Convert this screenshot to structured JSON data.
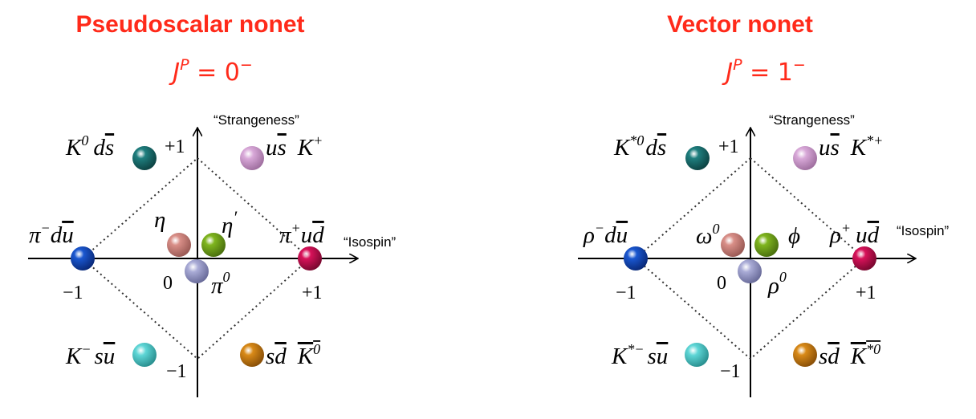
{
  "colors": {
    "title": "#ff2a1a",
    "axis": "#000000",
    "dotted": "#333333"
  },
  "left": {
    "title": "Pseudoscalar nonet",
    "jp_value": "0",
    "axis_y_label": "“Strangeness”",
    "axis_x_label": "“Isospin”",
    "ticks": {
      "plus1_top": "+1",
      "minus1_bottom": "−1",
      "minus1_left": "−1",
      "plus1_right": "+1",
      "zero": "0"
    },
    "particles": {
      "k0": {
        "name": "K",
        "sup": "0",
        "quark_a": "d",
        "quark_b": "s",
        "color": "#1f7f7f"
      },
      "kplus": {
        "name": "K",
        "sup": "+",
        "quark_a": "u",
        "quark_b": "s",
        "color": "#d8a8d8"
      },
      "piminus": {
        "name": "π",
        "sup": "−",
        "quark_a": "d",
        "quark_b": "u",
        "color": "#1a57d0"
      },
      "piplus": {
        "name": "π",
        "sup": "+",
        "quark_a": "u",
        "quark_b": "d",
        "color": "#d8125a"
      },
      "eta": {
        "name": "η",
        "color": "#d98f88"
      },
      "etaprime": {
        "name": "η",
        "prime": "′",
        "color": "#7fb51e"
      },
      "pi0": {
        "name": "π",
        "sup": "0",
        "color": "#a9abd6"
      },
      "kminus": {
        "name": "K",
        "sup": "−",
        "quark_a": "s",
        "quark_b": "u",
        "color": "#5ed6d6"
      },
      "k0bar": {
        "name": "K",
        "sup": "0",
        "quark_a": "s",
        "quark_b": "d",
        "color": "#d98a18"
      }
    }
  },
  "right": {
    "title": "Vector nonet",
    "jp_value": "1",
    "axis_y_label": "“Strangeness”",
    "axis_x_label": "“Isospin”",
    "ticks": {
      "plus1_top": "+1",
      "minus1_bottom": "−1",
      "minus1_left": "−1",
      "plus1_right": "+1",
      "zero": "0"
    },
    "particles": {
      "kstar0": {
        "name": "K",
        "sup": "*0",
        "quark_a": "d",
        "quark_b": "s",
        "color": "#1f7f7f"
      },
      "kstarplus": {
        "name": "K",
        "sup": "*+",
        "quark_a": "u",
        "quark_b": "s",
        "color": "#d8a8d8"
      },
      "rhominus": {
        "name": "ρ",
        "sup": "−",
        "quark_a": "d",
        "quark_b": "u",
        "color": "#1a57d0"
      },
      "rhoplus": {
        "name": "ρ",
        "sup": "+",
        "quark_a": "u",
        "quark_b": "d",
        "color": "#d8125a"
      },
      "omega": {
        "name": "ω",
        "sup": "0",
        "color": "#d98f88"
      },
      "phi": {
        "name": "ϕ",
        "color": "#7fb51e"
      },
      "rho0": {
        "name": "ρ",
        "sup": "0",
        "color": "#a9abd6"
      },
      "kstarminus": {
        "name": "K",
        "sup": "*−",
        "quark_a": "s",
        "quark_b": "u",
        "color": "#5ed6d6"
      },
      "kstar0bar": {
        "name": "K",
        "sup": "*0",
        "quark_a": "s",
        "quark_b": "d",
        "color": "#d98a18"
      }
    }
  }
}
